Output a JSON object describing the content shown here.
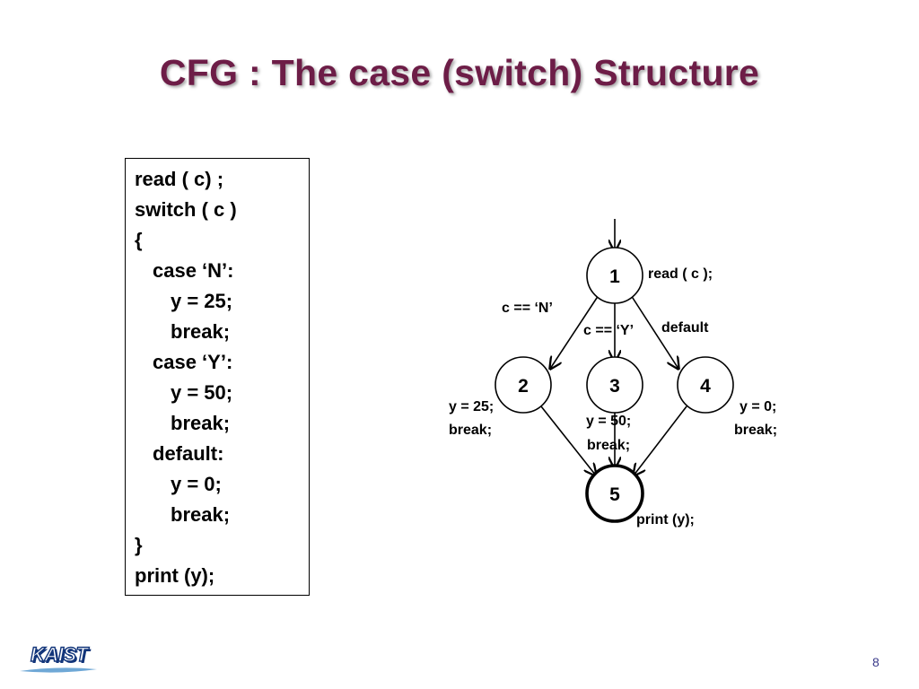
{
  "slide": {
    "title": "CFG : The case (switch) Structure",
    "page_number": "8"
  },
  "code": {
    "lines": [
      {
        "text": "read ( c) ;",
        "indent": 0
      },
      {
        "text": "switch ( c )",
        "indent": 0
      },
      {
        "text": "{",
        "indent": 0
      },
      {
        "text": "case ‘N’:",
        "indent": 1
      },
      {
        "text": "y = 25;",
        "indent": 2
      },
      {
        "text": "break;",
        "indent": 2
      },
      {
        "text": "case ‘Y’:",
        "indent": 1
      },
      {
        "text": "y = 50;",
        "indent": 2
      },
      {
        "text": "break;",
        "indent": 2
      },
      {
        "text": "default:",
        "indent": 1
      },
      {
        "text": "y = 0;",
        "indent": 2
      },
      {
        "text": "break;",
        "indent": 2
      },
      {
        "text": "}",
        "indent": 0
      },
      {
        "text": "print (y);",
        "indent": 0
      }
    ]
  },
  "cfg": {
    "nodes": [
      {
        "id": "1",
        "label": "1",
        "annotation": "read ( c );"
      },
      {
        "id": "2",
        "label": "2",
        "annotation_lines": [
          "y = 25;",
          "break;"
        ]
      },
      {
        "id": "3",
        "label": "3",
        "annotation_lines": [
          "y = 50;",
          "break;"
        ]
      },
      {
        "id": "4",
        "label": "4",
        "annotation_lines": [
          "y = 0;",
          "break;"
        ]
      },
      {
        "id": "5",
        "label": "5",
        "annotation": "print (y);",
        "is_exit": true
      }
    ],
    "edges": [
      {
        "from": "1",
        "to": "2",
        "label": "c == ‘N’"
      },
      {
        "from": "1",
        "to": "3",
        "label": "c == ‘Y’"
      },
      {
        "from": "1",
        "to": "4",
        "label": "default"
      },
      {
        "from": "2",
        "to": "5"
      },
      {
        "from": "3",
        "to": "5"
      },
      {
        "from": "4",
        "to": "5"
      }
    ]
  },
  "logo": {
    "text": "KAIST",
    "color": "#12357a"
  },
  "colors": {
    "title": "#6d1d47",
    "text": "#000000"
  }
}
